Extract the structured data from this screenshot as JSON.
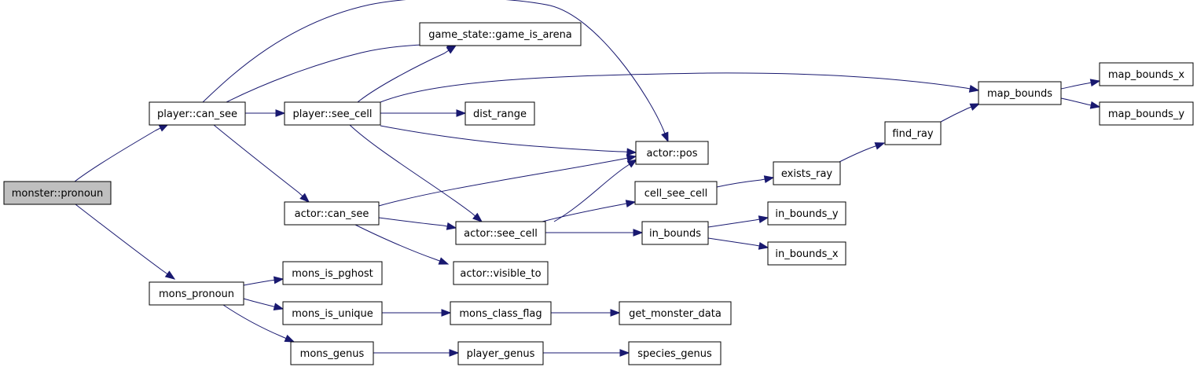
{
  "diagram": {
    "type": "call-graph",
    "root": "monster::pronoun",
    "colors": {
      "edge": "#191970",
      "node_fill": "#ffffff",
      "root_fill": "#bfbfbf",
      "node_border": "#000000"
    },
    "nodes": [
      {
        "id": "monster_pronoun",
        "label": "monster::pronoun",
        "root": true
      },
      {
        "id": "player_can_see",
        "label": "player::can_see"
      },
      {
        "id": "mons_pronoun",
        "label": "mons_pronoun"
      },
      {
        "id": "game_is_arena",
        "label": "game_state::game_is_arena"
      },
      {
        "id": "player_see_cell",
        "label": "player::see_cell"
      },
      {
        "id": "actor_can_see",
        "label": "actor::can_see"
      },
      {
        "id": "dist_range",
        "label": "dist_range"
      },
      {
        "id": "actor_pos",
        "label": "actor::pos"
      },
      {
        "id": "map_bounds",
        "label": "map_bounds"
      },
      {
        "id": "map_bounds_x",
        "label": "map_bounds_x"
      },
      {
        "id": "map_bounds_y",
        "label": "map_bounds_y"
      },
      {
        "id": "find_ray",
        "label": "find_ray"
      },
      {
        "id": "exists_ray",
        "label": "exists_ray"
      },
      {
        "id": "cell_see_cell",
        "label": "cell_see_cell"
      },
      {
        "id": "actor_see_cell",
        "label": "actor::see_cell"
      },
      {
        "id": "in_bounds",
        "label": "in_bounds"
      },
      {
        "id": "in_bounds_y",
        "label": "in_bounds_y"
      },
      {
        "id": "in_bounds_x",
        "label": "in_bounds_x"
      },
      {
        "id": "actor_visible_to",
        "label": "actor::visible_to"
      },
      {
        "id": "mons_is_pghost",
        "label": "mons_is_pghost"
      },
      {
        "id": "mons_is_unique",
        "label": "mons_is_unique"
      },
      {
        "id": "mons_class_flag",
        "label": "mons_class_flag"
      },
      {
        "id": "get_monster_data",
        "label": "get_monster_data"
      },
      {
        "id": "mons_genus",
        "label": "mons_genus"
      },
      {
        "id": "player_genus",
        "label": "player_genus"
      },
      {
        "id": "species_genus",
        "label": "species_genus"
      }
    ],
    "edges": [
      {
        "from": "monster_pronoun",
        "to": "player_can_see"
      },
      {
        "from": "monster_pronoun",
        "to": "mons_pronoun"
      },
      {
        "from": "player_can_see",
        "to": "game_is_arena"
      },
      {
        "from": "player_can_see",
        "to": "player_see_cell"
      },
      {
        "from": "player_can_see",
        "to": "actor_can_see"
      },
      {
        "from": "player_can_see",
        "to": "actor_pos"
      },
      {
        "from": "player_see_cell",
        "to": "game_is_arena"
      },
      {
        "from": "player_see_cell",
        "to": "dist_range"
      },
      {
        "from": "player_see_cell",
        "to": "actor_pos"
      },
      {
        "from": "player_see_cell",
        "to": "map_bounds"
      },
      {
        "from": "player_see_cell",
        "to": "actor_see_cell"
      },
      {
        "from": "actor_can_see",
        "to": "actor_pos"
      },
      {
        "from": "actor_can_see",
        "to": "actor_see_cell"
      },
      {
        "from": "actor_can_see",
        "to": "actor_visible_to"
      },
      {
        "from": "actor_see_cell",
        "to": "actor_pos"
      },
      {
        "from": "actor_see_cell",
        "to": "cell_see_cell"
      },
      {
        "from": "actor_see_cell",
        "to": "in_bounds"
      },
      {
        "from": "cell_see_cell",
        "to": "exists_ray"
      },
      {
        "from": "exists_ray",
        "to": "find_ray"
      },
      {
        "from": "find_ray",
        "to": "map_bounds"
      },
      {
        "from": "map_bounds",
        "to": "map_bounds_x"
      },
      {
        "from": "map_bounds",
        "to": "map_bounds_y"
      },
      {
        "from": "in_bounds",
        "to": "in_bounds_y"
      },
      {
        "from": "in_bounds",
        "to": "in_bounds_x"
      },
      {
        "from": "mons_pronoun",
        "to": "mons_is_pghost"
      },
      {
        "from": "mons_pronoun",
        "to": "mons_is_unique"
      },
      {
        "from": "mons_pronoun",
        "to": "mons_genus"
      },
      {
        "from": "mons_is_unique",
        "to": "mons_class_flag"
      },
      {
        "from": "mons_class_flag",
        "to": "get_monster_data"
      },
      {
        "from": "mons_genus",
        "to": "player_genus"
      },
      {
        "from": "player_genus",
        "to": "species_genus"
      }
    ]
  }
}
